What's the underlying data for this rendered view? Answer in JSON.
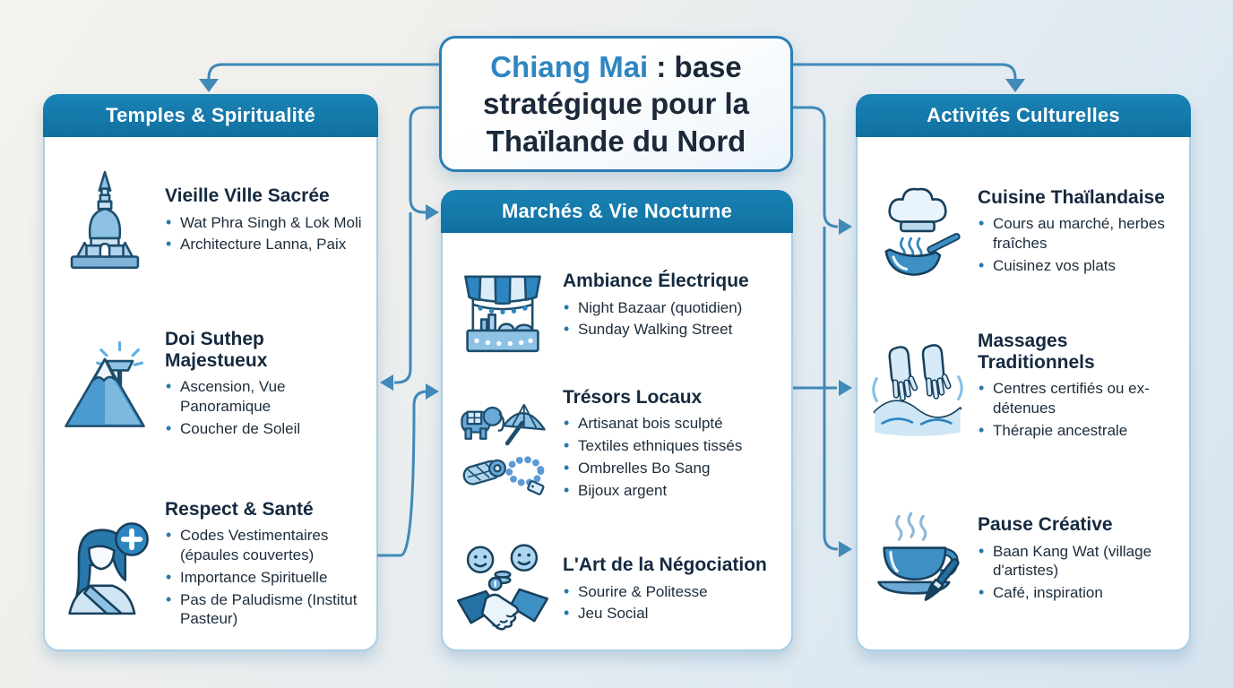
{
  "title": {
    "highlight": "Chiang Mai",
    "rest": " : base stratégique pour la Thaïlande du Nord"
  },
  "colors": {
    "header_bar": "#1577a8",
    "connector": "#4089b8",
    "title_highlight": "#2e86c1",
    "text_dark": "#1b2838",
    "card_border": "#a9cfe6",
    "bullet_dot": "#2878ab"
  },
  "columns": [
    {
      "header": "Temples & Spiritualité",
      "items": [
        {
          "icon": "temple-stupa-icon",
          "title": "Vieille Ville Sacrée",
          "bullets": [
            "Wat Phra Singh & Lok Moli",
            "Architecture Lanna, Paix"
          ]
        },
        {
          "icon": "mountain-temple-icon",
          "title": "Doi Suthep Majestueux",
          "bullets": [
            "Ascension, Vue Panoramique",
            "Coucher de Soleil"
          ]
        },
        {
          "icon": "woman-health-icon",
          "title": "Respect & Santé",
          "bullets": [
            "Codes Vestimentaires (épaules couvertes)",
            "Importance Spirituelle",
            "Pas de Paludisme (Institut Pasteur)"
          ]
        }
      ]
    },
    {
      "header": "Marchés & Vie Nocturne",
      "items": [
        {
          "icon": "market-stall-icon",
          "title": "Ambiance Électrique",
          "bullets": [
            "Night Bazaar (quotidien)",
            "Sunday Walking Street"
          ]
        },
        {
          "icon": "local-treasures-icon",
          "title": "Trésors Locaux",
          "bullets": [
            "Artisanat bois sculpté",
            "Textiles ethniques tissés",
            "Ombrelles Bo Sang",
            "Bijoux argent"
          ]
        },
        {
          "icon": "handshake-deal-icon",
          "title": "L'Art de la Négociation",
          "bullets": [
            "Sourire & Politesse",
            "Jeu Social"
          ]
        }
      ]
    },
    {
      "header": "Activités Culturelles",
      "items": [
        {
          "icon": "chef-wok-icon",
          "title": "Cuisine Thaïlandaise",
          "bullets": [
            "Cours au marché, herbes fraîches",
            "Cuisinez vos plats"
          ]
        },
        {
          "icon": "massage-hands-icon",
          "title": "Massages Traditionnels",
          "bullets": [
            "Centres certifiés ou ex-détenues",
            "Thérapie ancestrale"
          ]
        },
        {
          "icon": "coffee-paintbrush-icon",
          "title": "Pause Créative",
          "bullets": [
            "Baan Kang Wat (village d'artistes)",
            "Café, inspiration"
          ]
        }
      ]
    }
  ]
}
